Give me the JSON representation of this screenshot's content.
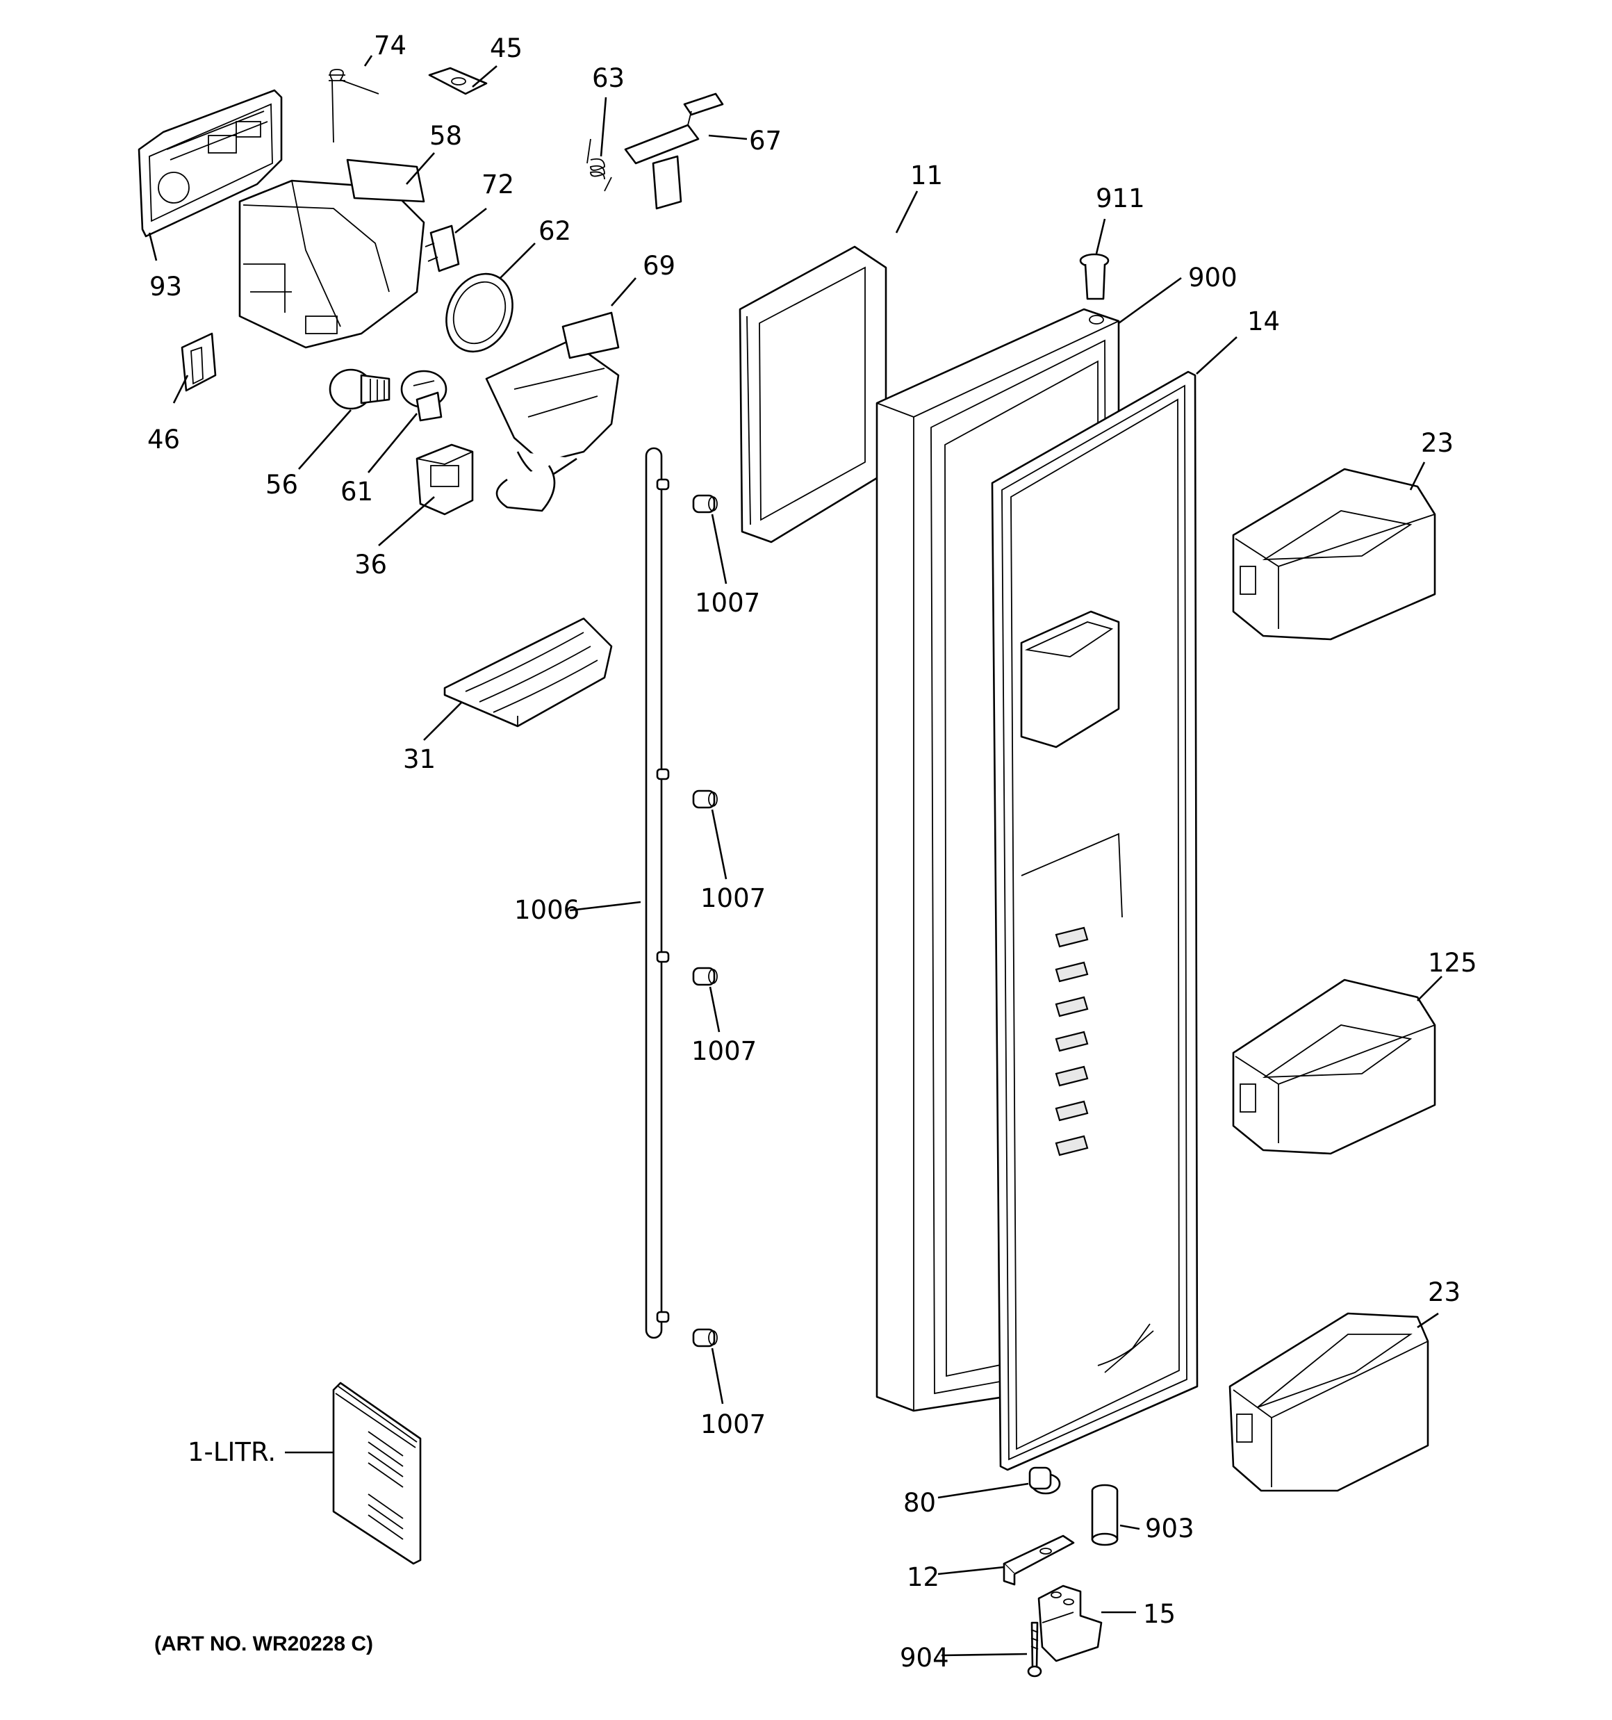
{
  "diagram": {
    "callouts": [
      {
        "id": "74",
        "text": "74"
      },
      {
        "id": "45",
        "text": "45"
      },
      {
        "id": "63",
        "text": "63"
      },
      {
        "id": "67",
        "text": "67"
      },
      {
        "id": "58",
        "text": "58"
      },
      {
        "id": "72",
        "text": "72"
      },
      {
        "id": "62",
        "text": "62"
      },
      {
        "id": "69",
        "text": "69"
      },
      {
        "id": "93",
        "text": "93"
      },
      {
        "id": "46",
        "text": "46"
      },
      {
        "id": "56",
        "text": "56"
      },
      {
        "id": "61",
        "text": "61"
      },
      {
        "id": "36",
        "text": "36"
      },
      {
        "id": "11",
        "text": "11"
      },
      {
        "id": "911",
        "text": "911"
      },
      {
        "id": "900",
        "text": "900"
      },
      {
        "id": "14",
        "text": "14"
      },
      {
        "id": "23a",
        "text": "23"
      },
      {
        "id": "1007a",
        "text": "1007"
      },
      {
        "id": "31",
        "text": "31"
      },
      {
        "id": "1007b",
        "text": "1007"
      },
      {
        "id": "1006",
        "text": "1006"
      },
      {
        "id": "1007c",
        "text": "1007"
      },
      {
        "id": "125",
        "text": "125"
      },
      {
        "id": "23b",
        "text": "23"
      },
      {
        "id": "1007d",
        "text": "1007"
      },
      {
        "id": "1-litr",
        "text": "1-LITR."
      },
      {
        "id": "80",
        "text": "80"
      },
      {
        "id": "903",
        "text": "903"
      },
      {
        "id": "12",
        "text": "12"
      },
      {
        "id": "15",
        "text": "15"
      },
      {
        "id": "904",
        "text": "904"
      }
    ],
    "art_number": "(ART NO. WR20228 C)"
  }
}
